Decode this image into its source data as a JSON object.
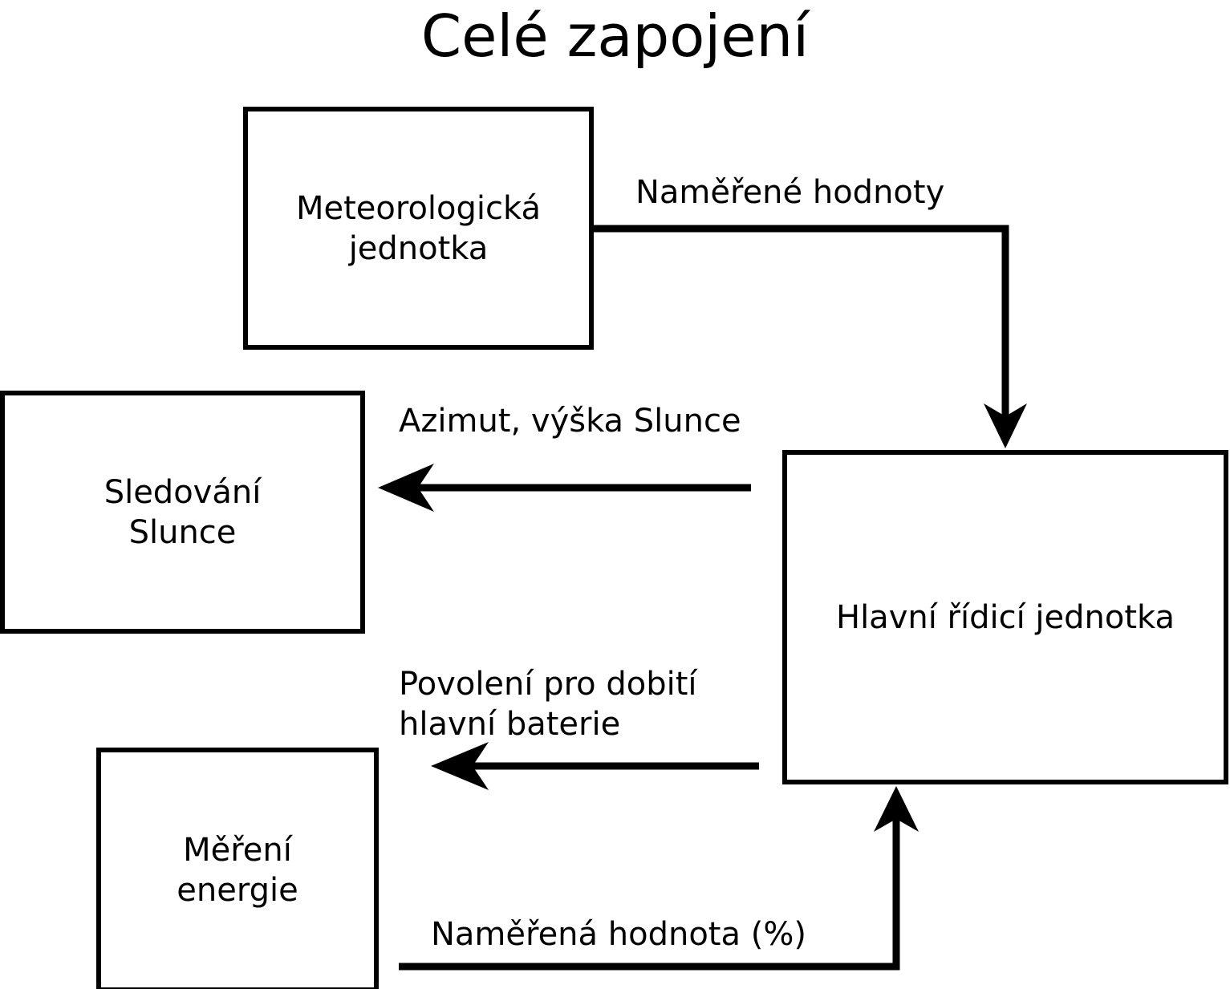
{
  "diagram": {
    "title": "Celé zapojení",
    "type": "block-diagram",
    "colors": {
      "stroke": "#000000",
      "fill": "#ffffff",
      "text": "#000000"
    },
    "nodes": [
      {
        "id": "meteo",
        "label": "Meteorologická\njednotka"
      },
      {
        "id": "sun",
        "label": "Sledování\nSlunce"
      },
      {
        "id": "main",
        "label": "Hlavní řídicí jednotka"
      },
      {
        "id": "energy",
        "label": "Měření\nenergie"
      }
    ],
    "edges": [
      {
        "id": "measured",
        "from": "meteo",
        "to": "main",
        "label": "Naměřené hodnoty"
      },
      {
        "id": "azimuth",
        "from": "main",
        "to": "sun",
        "label": "Azimut, výška Slunce"
      },
      {
        "id": "permission",
        "from": "main",
        "to": "energy",
        "label": "Povolení pro dobití\nhlavní baterie"
      },
      {
        "id": "measuredpct",
        "from": "energy",
        "to": "main",
        "label": "Naměřená hodnota (%)"
      }
    ]
  }
}
